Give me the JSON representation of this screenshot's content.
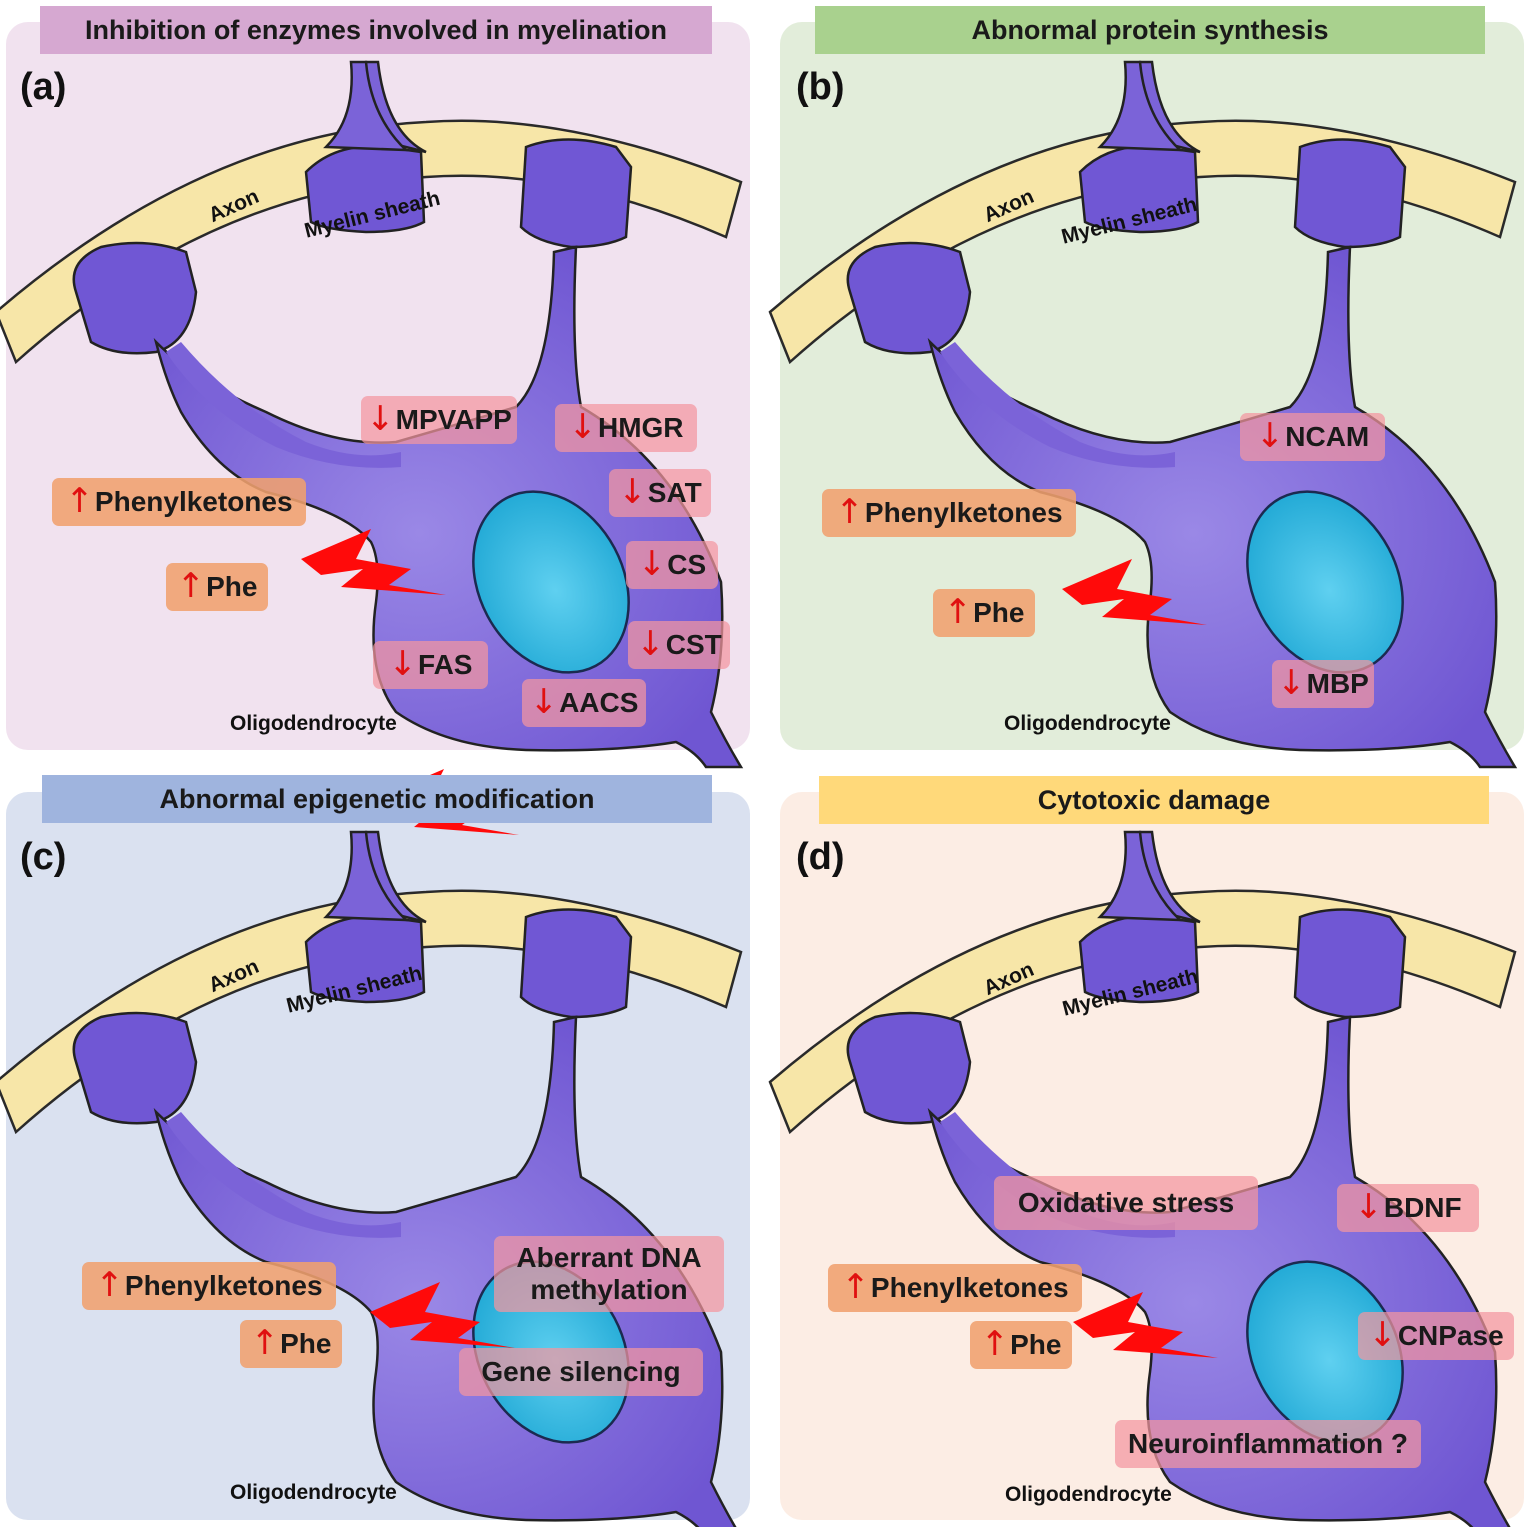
{
  "colors": {
    "panel_a_bg": "#f1e2ef",
    "banner_a": "#d6a8d1",
    "panel_b_bg": "#e2edda",
    "banner_b": "#a9d18e",
    "panel_c_bg": "#dae1f0",
    "banner_c": "#9fb4de",
    "panel_d_bg": "#fcede4",
    "banner_d": "#ffd97a",
    "axon": "#f7e6a8",
    "cell": "#7b63d8",
    "nucleus": "#3bbde3",
    "lightning": "#ff0a0a",
    "arrow": "#e01010"
  },
  "icons": {
    "lightning": "lightning-bolt-icon"
  },
  "common": {
    "axon": "Axon",
    "myelin": "Myelin sheath",
    "oligodendrocyte": "Oligodendrocyte",
    "up_arrow": "↑",
    "down_arrow": "↓"
  },
  "panels": {
    "a": {
      "letter": "(a)",
      "title": "Inhibition of enzymes involved in myelination",
      "increased": [
        "Phenylketones",
        "Phe"
      ],
      "decreased": [
        "MPVAPP",
        "HMGR",
        "SAT",
        "CS",
        "CST",
        "FAS",
        "AACS"
      ]
    },
    "b": {
      "letter": "(b)",
      "title": "Abnormal protein synthesis",
      "increased": [
        "Phenylketones",
        "Phe"
      ],
      "decreased": [
        "NCAM",
        "MBP"
      ]
    },
    "c": {
      "letter": "(c)",
      "title": "Abnormal epigenetic modification",
      "increased": [
        "Phenylketones",
        "Phe"
      ],
      "effects": [
        "Aberrant DNA",
        "methylation",
        "Gene silencing"
      ]
    },
    "d": {
      "letter": "(d)",
      "title": "Cytotoxic damage",
      "increased": [
        "Phenylketones",
        "Phe"
      ],
      "decreased": [
        "BDNF",
        "CNPase"
      ],
      "effects": [
        "Oxidative stress",
        "Neuroinflammation ?"
      ]
    }
  }
}
